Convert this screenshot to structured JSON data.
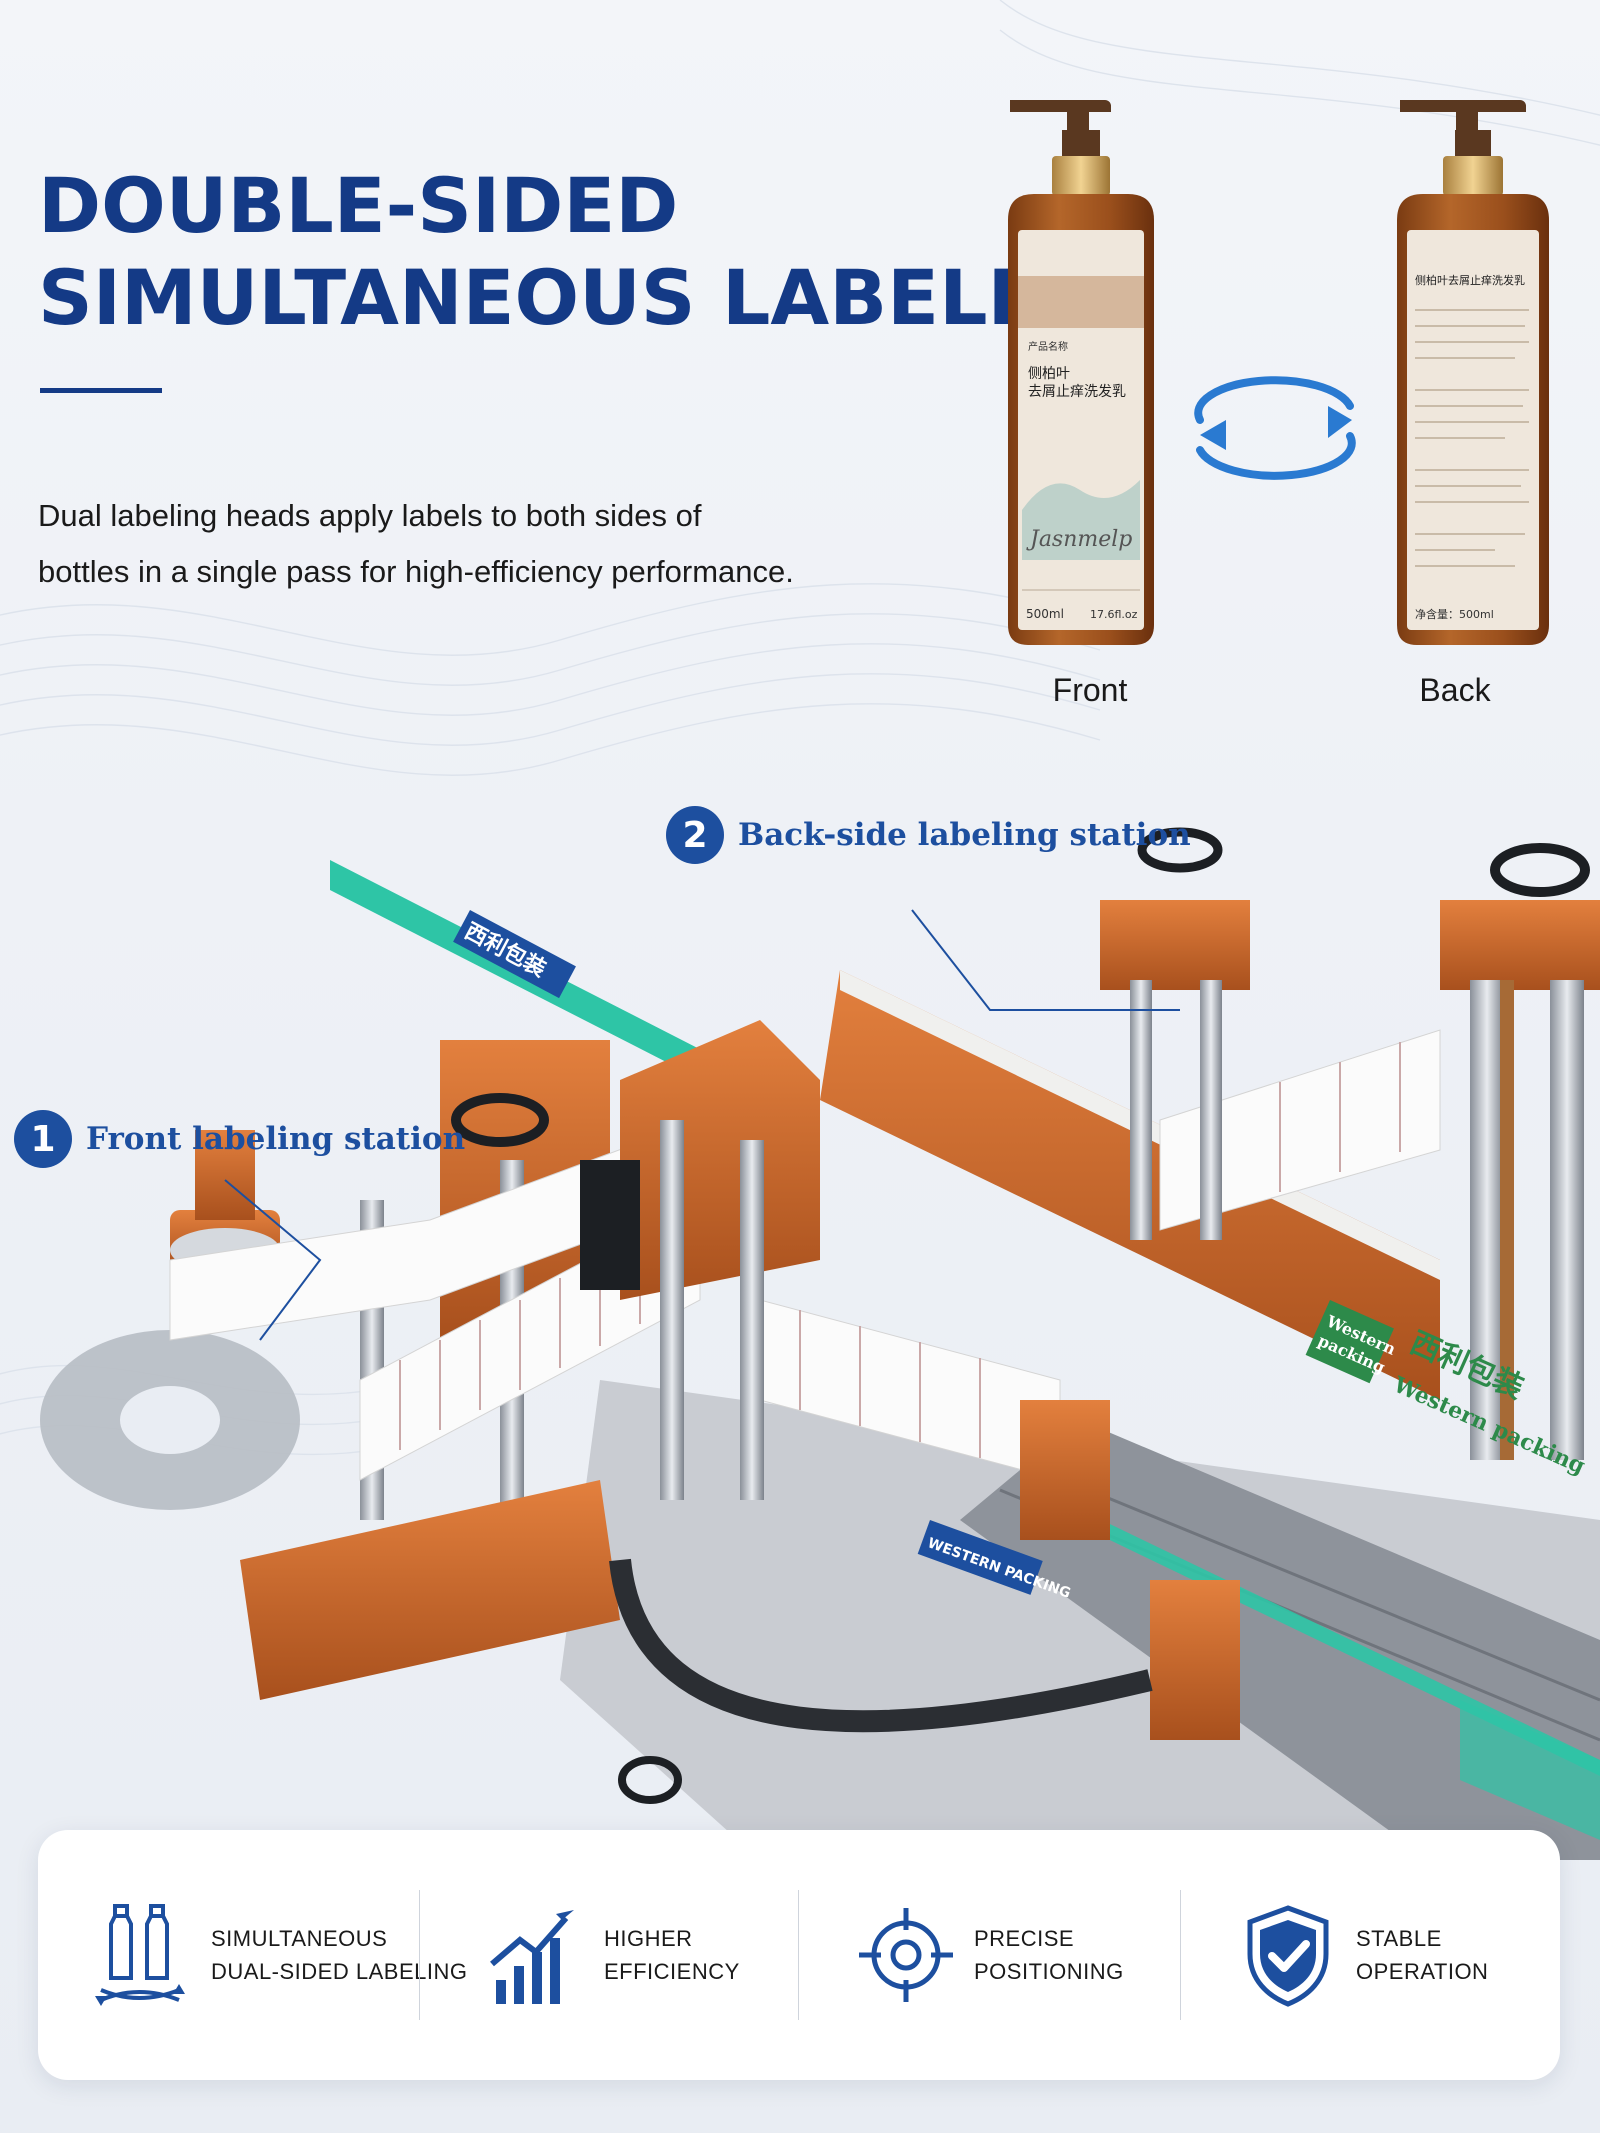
{
  "header": {
    "title_line1": "DOUBLE-SIDED",
    "title_line2": "SIMULTANEOUS LABELING",
    "description_line1": "Dual labeling heads apply labels to both sides of",
    "description_line2": "bottles in a single pass for high-efficiency performance."
  },
  "bottles": {
    "front_caption": "Front",
    "back_caption": "Back",
    "front_label": {
      "product_line1": "侧柏叶",
      "product_line2": "去屑止痒洗发乳",
      "brand_script": "Jasnmelp",
      "volume": "500ml",
      "volume_oz": "17.6fl.oz"
    },
    "back_label": {
      "product_name": "侧柏叶去屑止痒洗发乳",
      "net_content": "净含量：500ml"
    }
  },
  "callouts": {
    "front": {
      "number": "1",
      "text": "Front labeling station"
    },
    "back": {
      "number": "2",
      "text": "Back-side labeling station"
    }
  },
  "machine": {
    "brand_cn": "西利包装",
    "brand_en_line1": "Western",
    "brand_en_line2": "packing",
    "brand_en_full": "Western packing",
    "brand_badge": "WESTERN PACKING"
  },
  "features": [
    {
      "line1": "SIMULTANEOUS",
      "line2": "DUAL-SIDED LABELING",
      "icon": "dual-bottle-icon"
    },
    {
      "line1": "HIGHER",
      "line2": "EFFICIENCY",
      "icon": "growth-chart-icon"
    },
    {
      "line1": "PRECISE",
      "line2": "POSITIONING",
      "icon": "target-icon"
    },
    {
      "line1": "STABLE",
      "line2": "OPERATION",
      "icon": "shield-check-icon"
    }
  ],
  "colors": {
    "brand_blue": "#143a86",
    "accent_blue": "#1d4f9f",
    "machine_orange": "#c8652a",
    "amber_bottle": "#9a4f1c",
    "guide_teal": "#2ec5a6"
  }
}
